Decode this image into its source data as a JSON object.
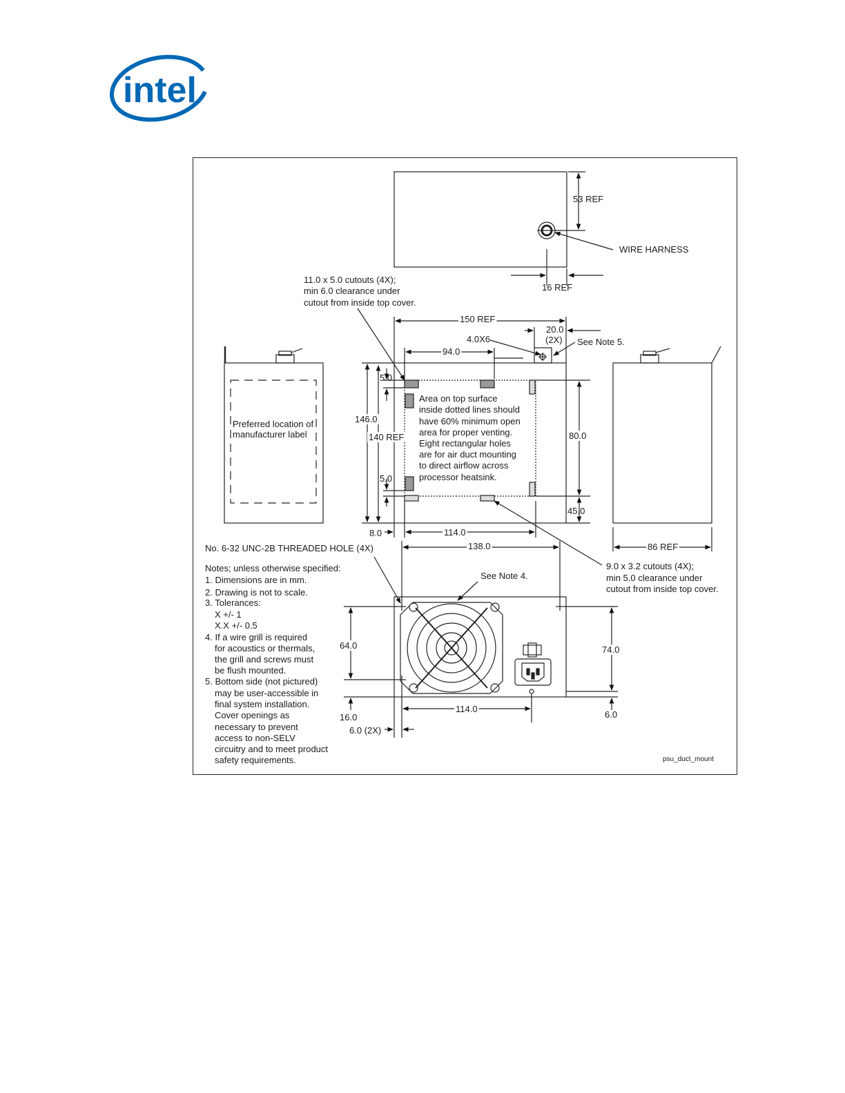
{
  "logo": {
    "text": "intel",
    "color": "#0068b5"
  },
  "figure": {
    "top_view": {
      "dim_53": "53 REF",
      "wire_harness": "WIRE HARNESS",
      "dim_16": "16 REF"
    },
    "main_view": {
      "cutout_note_top": [
        "11.0 x 5.0 cutouts (4X);",
        "min 6.0 clearance under",
        "cutout from inside top cover."
      ],
      "dim_150": "150 REF",
      "dim_20": "20.0",
      "dim_20_count": "(2X)",
      "hole_4x6": "4.0X6",
      "see_note5": "See Note 5.",
      "dim_94": "94.0",
      "dim_5_top": "5.0",
      "dim_146": "146.0",
      "dim_140": "140 REF",
      "dim_5_bottom": "5.0",
      "dim_80": "80.0",
      "dim_45": "45.0",
      "dim_8": "8.0",
      "dim_114_top": "114.0",
      "vent_note": [
        "Area on top surface",
        "inside dotted lines should",
        "have 60% minimum open",
        "area for proper venting.",
        "Eight rectangular holes",
        "are for air duct mounting",
        "to direct airflow across",
        "processor heatsink."
      ]
    },
    "left_side": {
      "label": [
        "Preferred location of",
        "manufacturer label"
      ]
    },
    "right_side": {
      "dim_86": "86 REF"
    },
    "rear_view": {
      "threaded_hole": "No. 6-32 UNC-2B THREADED HOLE (4X)",
      "dim_138": "138.0",
      "see_note4": "See Note 4.",
      "dim_64": "64.0",
      "dim_74": "74.0",
      "dim_16": "16.0",
      "dim_6_2x": "6.0 (2X)",
      "dim_114": "114.0",
      "dim_6": "6.0",
      "cutout_note_bottom": [
        "9.0 x 3.2 cutouts (4X);",
        "min 5.0 clearance under",
        "cutout from inside top cover."
      ]
    },
    "notes": {
      "heading": "Notes; unless otherwise specified:",
      "n1": "1. Dimensions are in mm.",
      "n2": "2. Drawing is not to scale.",
      "n3": "3. Tolerances:",
      "n3a": "X +/- 1",
      "n3b": "X.X +/- 0.5",
      "n4": [
        "4. If a wire grill is required",
        "for acoustics or thermals,",
        "the grill and screws must",
        "be flush mounted."
      ],
      "n5": [
        "5. Bottom side (not pictured)",
        "may be user-accessible in",
        "final system installation.",
        "Cover openings as",
        "necessary to prevent",
        "access to non-SELV",
        "circuitry and to meet product",
        "safety requirements."
      ]
    },
    "figure_id": "psu_duct_mount"
  }
}
